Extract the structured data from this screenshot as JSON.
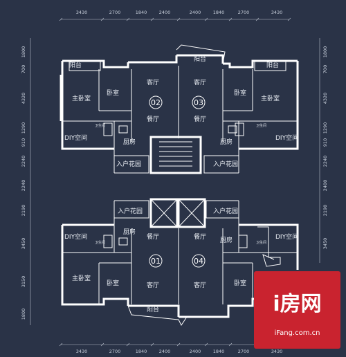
{
  "dims": {
    "top": [
      "3430",
      "2700",
      "1840",
      "2400",
      "2400",
      "1840",
      "2700",
      "3430"
    ],
    "bottom": [
      "3430",
      "2700",
      "1840",
      "2400",
      "2400",
      "1840",
      "2700",
      "3430"
    ],
    "left": [
      "1800",
      "700",
      "4320",
      "1290",
      "910",
      "2240",
      "2240",
      "2190",
      "3450",
      "3150",
      "1800"
    ],
    "right": [
      "1800",
      "700",
      "4320",
      "1290",
      "910",
      "2240",
      "2400",
      "2190",
      "3450"
    ]
  },
  "units": {
    "u01": "01",
    "u02": "02",
    "u03": "03",
    "u04": "04"
  },
  "rooms": {
    "balcony": "阳台",
    "master_bedroom": "主卧室",
    "bedroom": "卧室",
    "living_room": "客厅",
    "dining_room": "餐厅",
    "kitchen": "厨房",
    "diy_space": "DIY空间",
    "entry_garden": "入户花园",
    "toilet": "卫生间"
  },
  "logo": {
    "main": "i房网",
    "url": "iFang.com.cn"
  },
  "colors": {
    "background": "#2a3347",
    "lines": "#ffffff",
    "logo": "#c9232f"
  }
}
